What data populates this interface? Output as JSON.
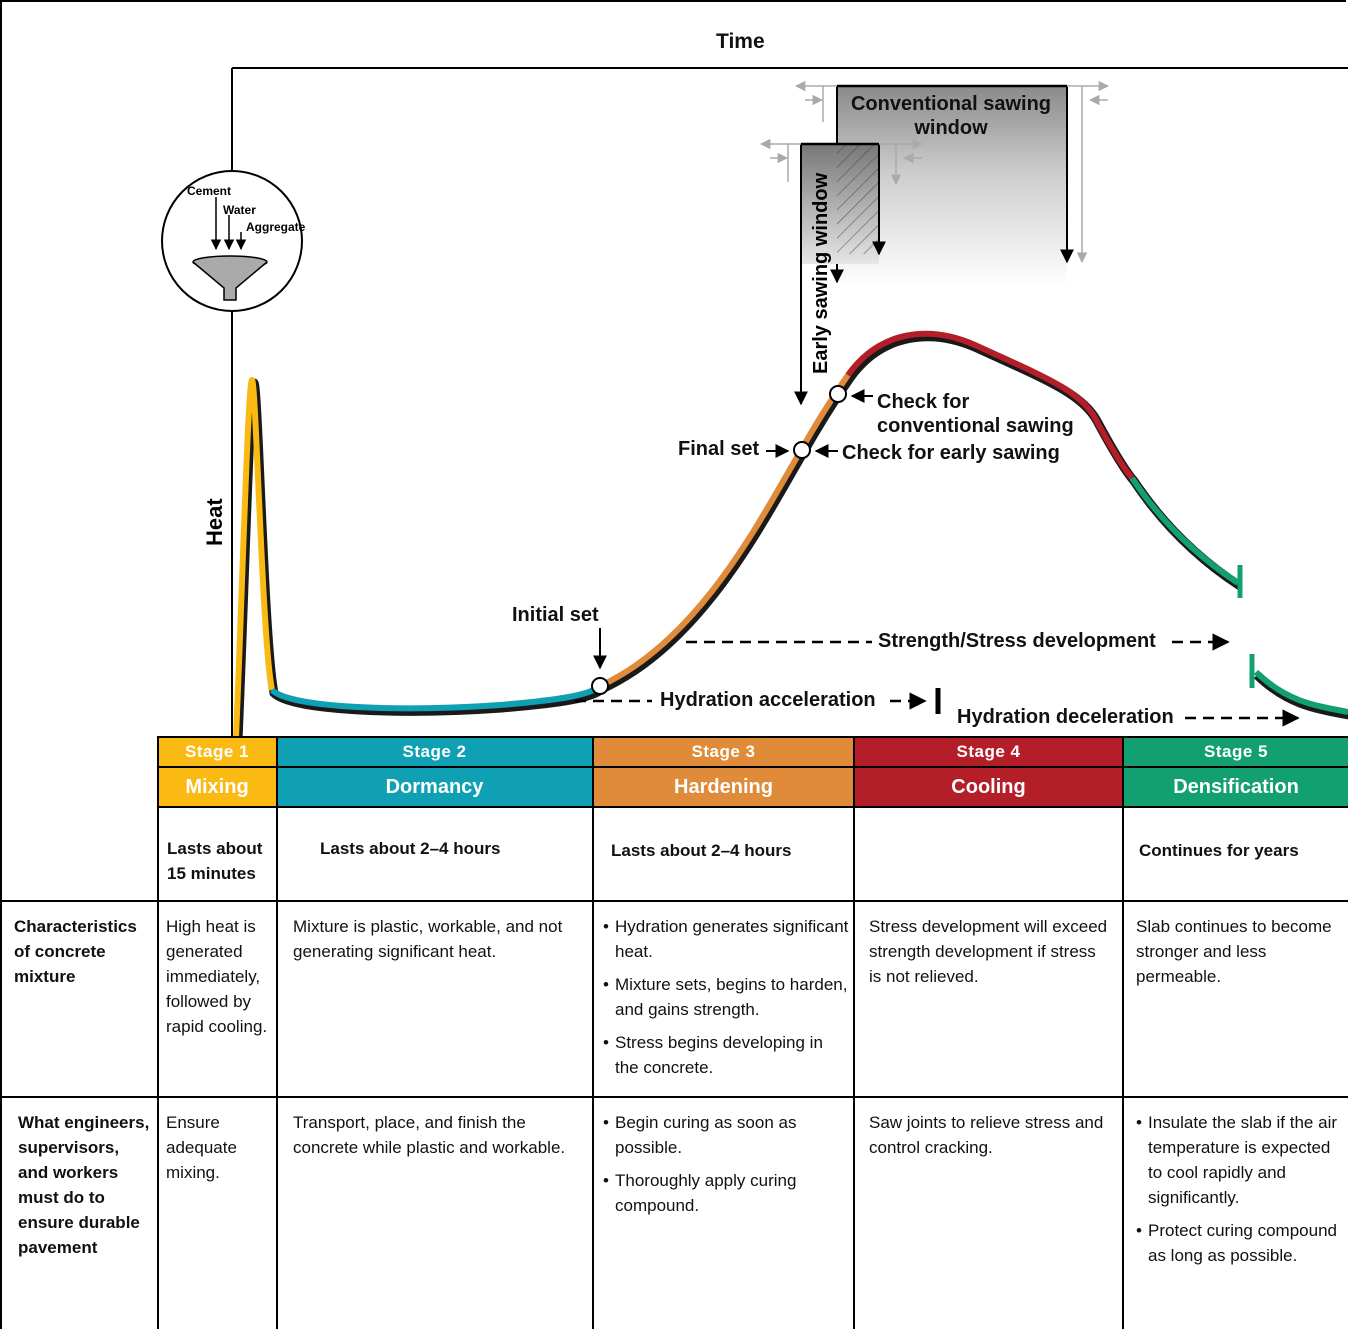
{
  "title": "Time",
  "y_axis_label": "Heat",
  "funnel": {
    "labels": [
      "Cement",
      "Water",
      "Aggregate"
    ]
  },
  "annotations": {
    "conventional_window": "Conventional sawing window",
    "early_window": "Early sawing window",
    "check_conventional": "Check for conventional sawing",
    "final_set": "Final set",
    "check_early": "Check for early sawing",
    "initial_set": "Initial set",
    "strength_stress": "Strength/Stress development",
    "hydration_accel": "Hydration acceleration",
    "hydration_decel": "Hydration deceleration"
  },
  "colors": {
    "stage1": "#FBB914",
    "stage2": "#0FA0B4",
    "stage3": "#E08B3A",
    "stage4": "#B41E28",
    "stage5": "#12A070"
  },
  "stages": [
    {
      "header": "Stage 1",
      "name": "Mixing",
      "duration": "Lasts about 15 minutes",
      "characteristics": [
        "High heat is generated immediately, followed by rapid cooling."
      ],
      "actions": [
        "Ensure adequate mixing."
      ]
    },
    {
      "header": "Stage 2",
      "name": "Dormancy",
      "duration": "Lasts about 2–4 hours",
      "characteristics": [
        "Mixture is plastic, workable, and not generating significant heat."
      ],
      "actions": [
        "Transport, place, and finish the concrete while plastic and workable."
      ]
    },
    {
      "header": "Stage 3",
      "name": "Hardening",
      "duration": "Lasts about 2–4 hours",
      "characteristics": [
        "Hydration generates significant heat.",
        "Mixture sets, begins to harden, and gains strength.",
        "Stress begins developing in the concrete."
      ],
      "actions": [
        "Begin curing as soon as possible.",
        "Thoroughly apply curing compound."
      ]
    },
    {
      "header": "Stage 4",
      "name": "Cooling",
      "duration": "",
      "characteristics": [
        "Stress development will exceed strength development if stress is not relieved."
      ],
      "actions": [
        "Saw joints to relieve stress and control cracking."
      ]
    },
    {
      "header": "Stage 5",
      "name": "Densification",
      "duration": "Continues for years",
      "characteristics": [
        "Slab continues to become stronger and less permeable."
      ],
      "actions": [
        "Insulate the slab if the air temperature is expected to cool rapidly and significantly.",
        "Protect curing compound as long as possible."
      ]
    }
  ],
  "row_labels": {
    "characteristics": "Characteristics of concrete mixture",
    "actions": "What engineers, supervisors, and workers must do to ensure durable pavement"
  }
}
